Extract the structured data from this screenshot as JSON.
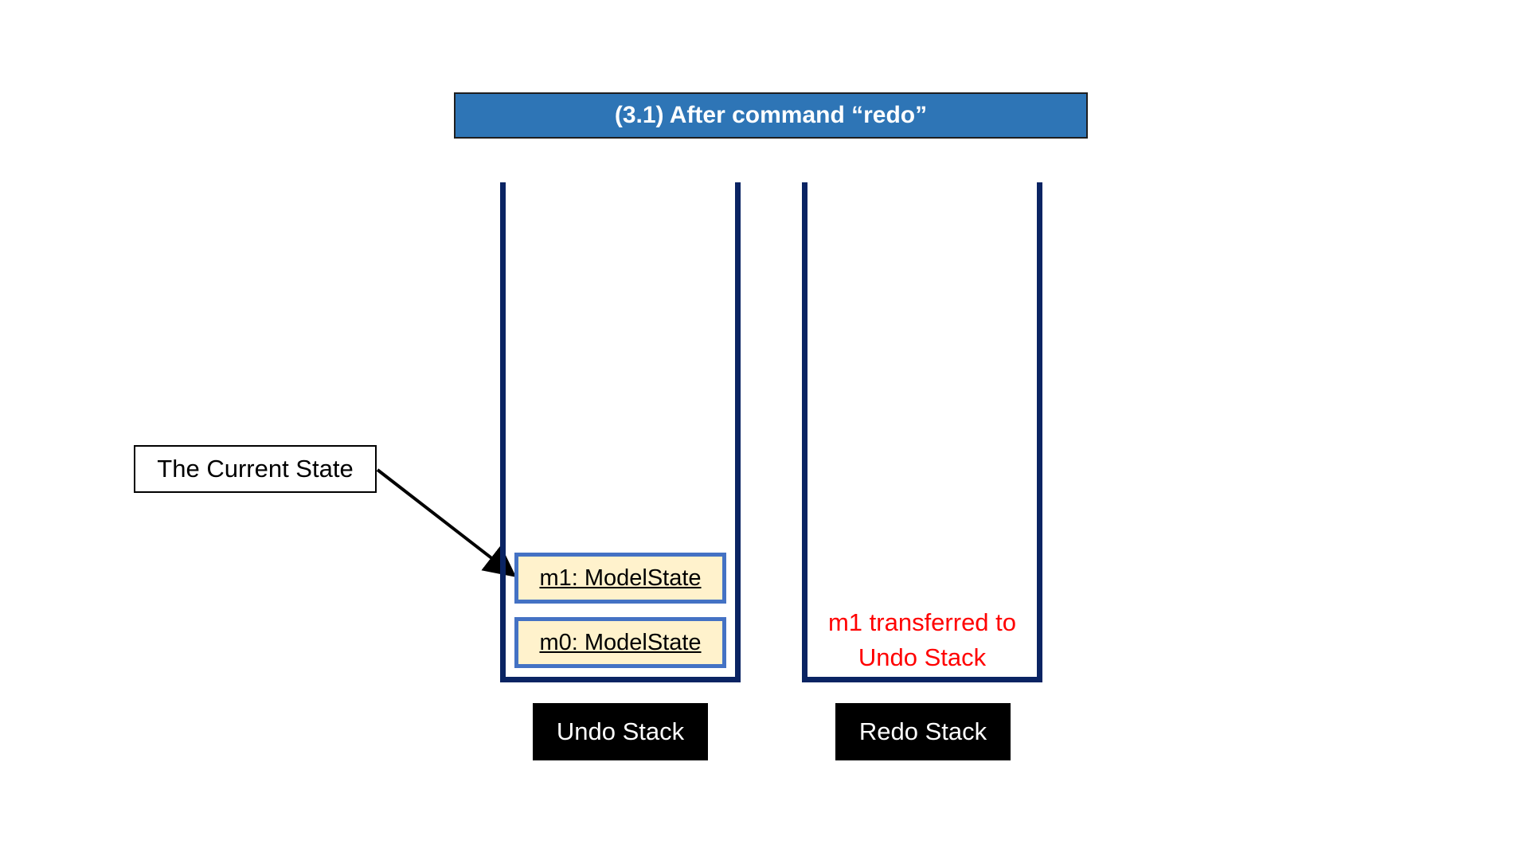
{
  "title": "(3.1) After command “redo”",
  "callout": {
    "text": "The Current State"
  },
  "undo_stack": {
    "label": "Undo Stack",
    "items": [
      {
        "text": "m1: ModelState"
      },
      {
        "text": "m0: ModelState"
      }
    ]
  },
  "redo_stack": {
    "label": "Redo Stack",
    "note_line1": "m1 transferred to",
    "note_line2": "Undo Stack"
  },
  "colors": {
    "title_background": "#2e75b6",
    "stack_border": "#0a2463",
    "state_fill": "#fff2cc",
    "state_border": "#4472c4",
    "label_background": "#000000",
    "note_text": "#ff0000"
  }
}
